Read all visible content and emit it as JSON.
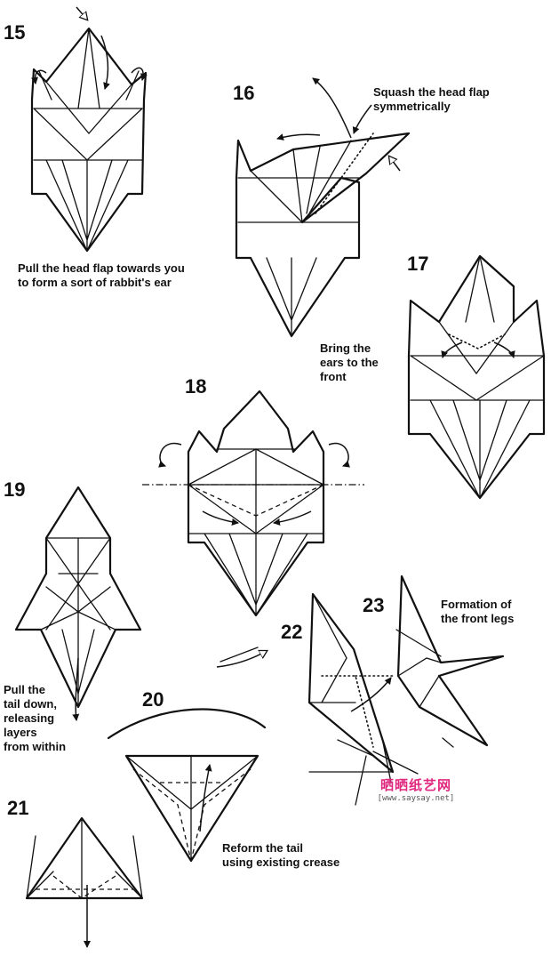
{
  "steps": [
    {
      "number": "15",
      "caption": "Pull the head flap towards you\nto form a sort of rabbit's ear"
    },
    {
      "number": "16",
      "caption": "Squash the head flap\nsymmetrically"
    },
    {
      "number": "17",
      "caption": "Bring the\nears to the\nfront"
    },
    {
      "number": "18",
      "caption": ""
    },
    {
      "number": "19",
      "caption": "Pull the\ntail down,\nreleasing\nlayers\nfrom within"
    },
    {
      "number": "20",
      "caption": "Reform the tail\nusing existing crease"
    },
    {
      "number": "21",
      "caption": ""
    },
    {
      "number": "22",
      "caption": ""
    },
    {
      "number": "23",
      "caption": "Formation of\nthe front legs"
    }
  ],
  "watermark": {
    "title": "晒晒纸艺网",
    "url": "[www.saysay.net]",
    "color": "#e0287f"
  }
}
